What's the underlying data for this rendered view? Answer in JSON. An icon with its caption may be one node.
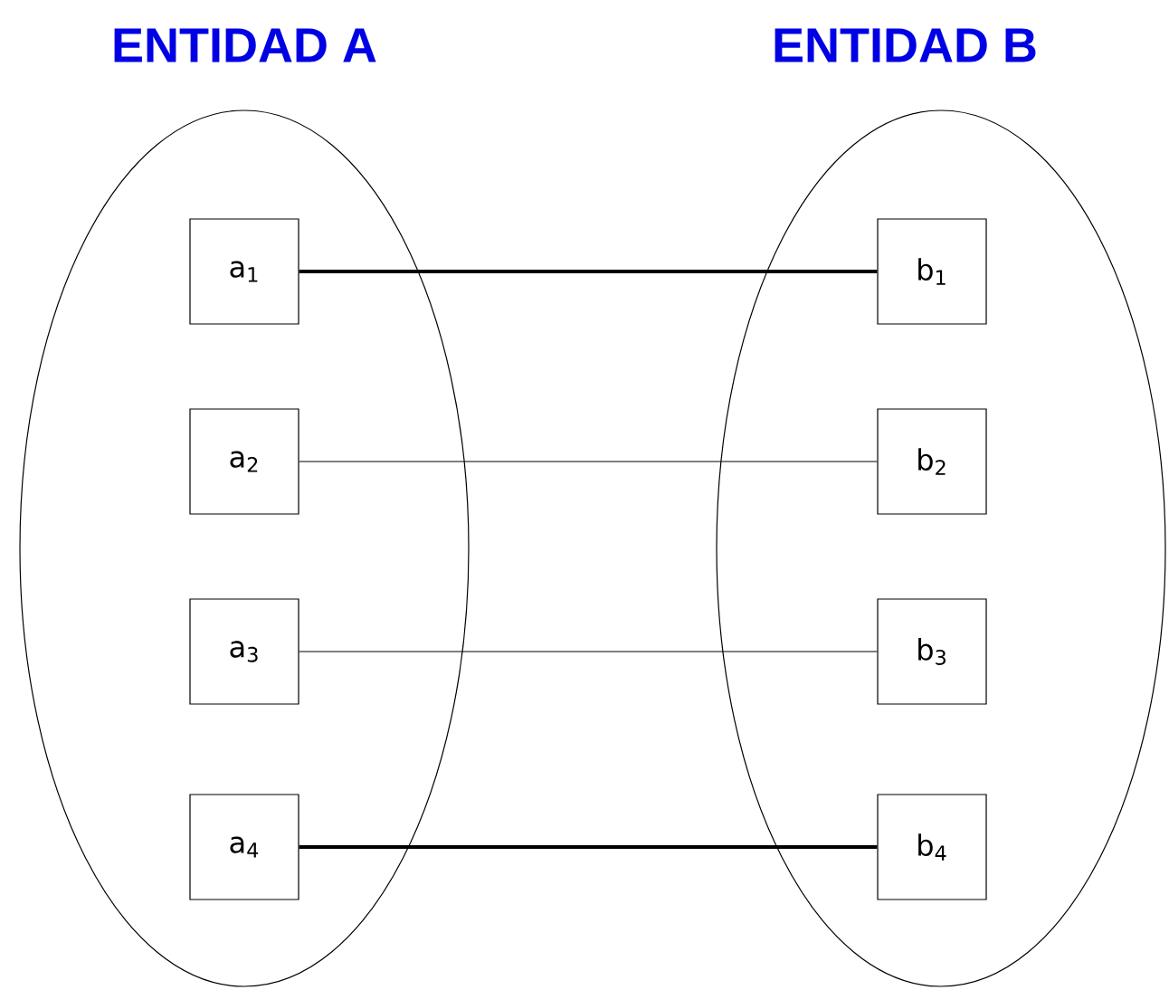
{
  "diagram": {
    "nodes": [
      {
        "text": [
          "ENTIDAD A"
        ]
      },
      {
        "text": [
          "a$_{1}$"
        ],
        "in": 0
      },
      {
        "text": [
          "a$_{2}$"
        ],
        "in": 0
      },
      {
        "text": [
          "a$_{3}$"
        ],
        "in": 0
      },
      {
        "text": [
          "a$_{4}$"
        ],
        "in": 0
      },
      {
        "text": [
          "ENTIDAD B"
        ]
      },
      {
        "text": [
          "b$_{1}$"
        ],
        "in": 5
      },
      {
        "text": [
          "b$_{2}$"
        ],
        "in": 5
      },
      {
        "text": [
          "b$_{3}$"
        ],
        "in": 5
      },
      {
        "text": [
          "b$_{4}$"
        ],
        "in": 5
      }
    ],
    "edges": [
      {
        "from": 1,
        "to": 6,
        "arrow": "none",
        "style": "thick"
      },
      {
        "from": 2,
        "to": 7,
        "arrow": "none"
      },
      {
        "from": 3,
        "to": 8,
        "arrow": "none"
      },
      {
        "from": 4,
        "to": 9,
        "arrow": "none",
        "style": "thick"
      }
    ]
  }
}
